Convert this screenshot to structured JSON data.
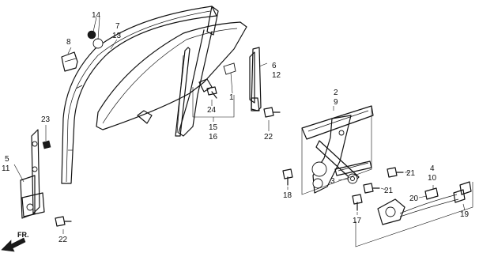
{
  "callouts": {
    "n1": "1",
    "n2": "2",
    "n3": "3",
    "n4": "4",
    "n5": "5",
    "n6": "6",
    "n7": "7",
    "n8": "8",
    "n9": "9",
    "n10": "10",
    "n11": "11",
    "n12": "12",
    "n13": "13",
    "n14": "14",
    "n15": "15",
    "n16": "16",
    "n17": "17",
    "n18": "18",
    "n19": "19",
    "n20": "20",
    "n21a": "21",
    "n21b": "21",
    "n22a": "22",
    "n22b": "22",
    "n23": "23",
    "n24": "24"
  },
  "direction": {
    "label": "FR."
  }
}
